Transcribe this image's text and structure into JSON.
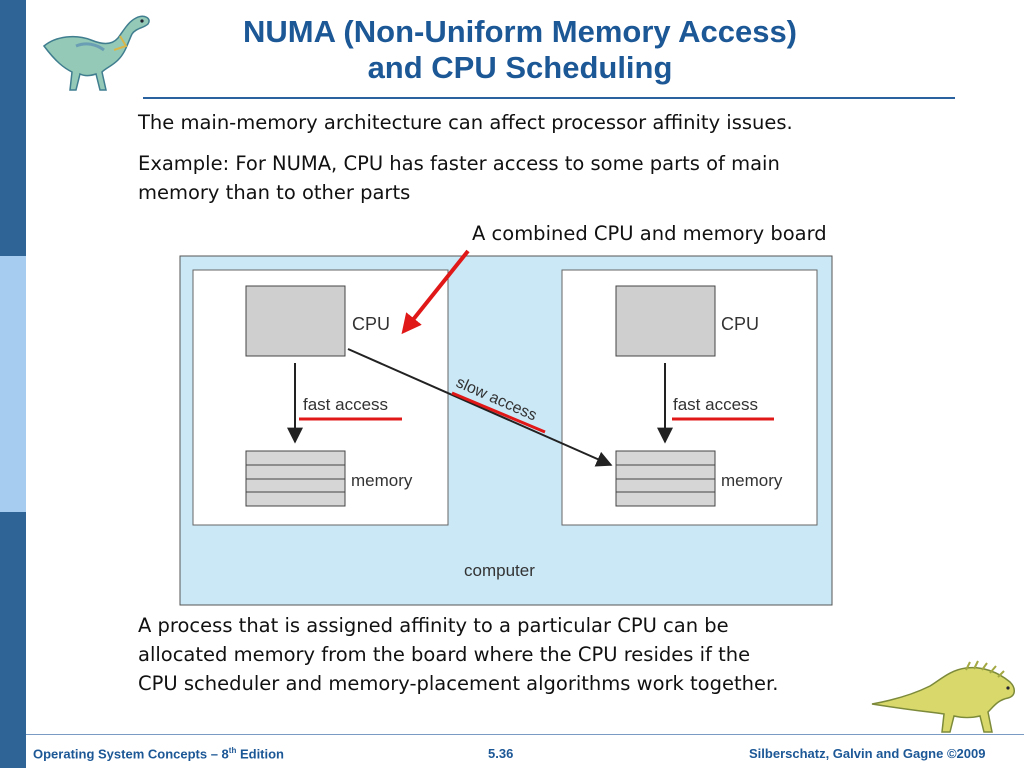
{
  "slide": {
    "title_line1": "NUMA (Non-Uniform Memory Access)",
    "title_line2": "and CPU Scheduling",
    "bullet1": "The main-memory architecture can affect processor affinity issues.",
    "bullet2_line1": "Example: For NUMA, CPU has faster access to some parts of main",
    "bullet2_line2": "memory than to other parts",
    "board_callout": "A combined CPU and memory board",
    "bottom_line1": "A process that is assigned affinity to a particular CPU can be",
    "bottom_line2": "allocated memory from the board where the CPU resides if the",
    "bottom_line3": "CPU scheduler and memory-placement algorithms work together."
  },
  "diagram": {
    "left_board": {
      "cpu": "CPU",
      "fast": "fast access",
      "memory": "memory"
    },
    "right_board": {
      "cpu": "CPU",
      "fast": "fast access",
      "memory": "memory"
    },
    "slow_access": "slow access",
    "computer": "computer"
  },
  "footer": {
    "left_pre": "Operating System Concepts – 8",
    "left_sup": "th",
    "left_post": " Edition",
    "center": "5.36",
    "right": "Silberschatz, Galvin and Gagne ©2009"
  },
  "colors": {
    "title": "#1c5796",
    "sidebar_dark": "#2f6496",
    "sidebar_light": "#a6cdf0",
    "computer_bg": "#cbe8f7",
    "highlight_red": "#e01818"
  },
  "icons": [
    "dinosaur-logo-icon",
    "dinosaur-footer-icon"
  ]
}
